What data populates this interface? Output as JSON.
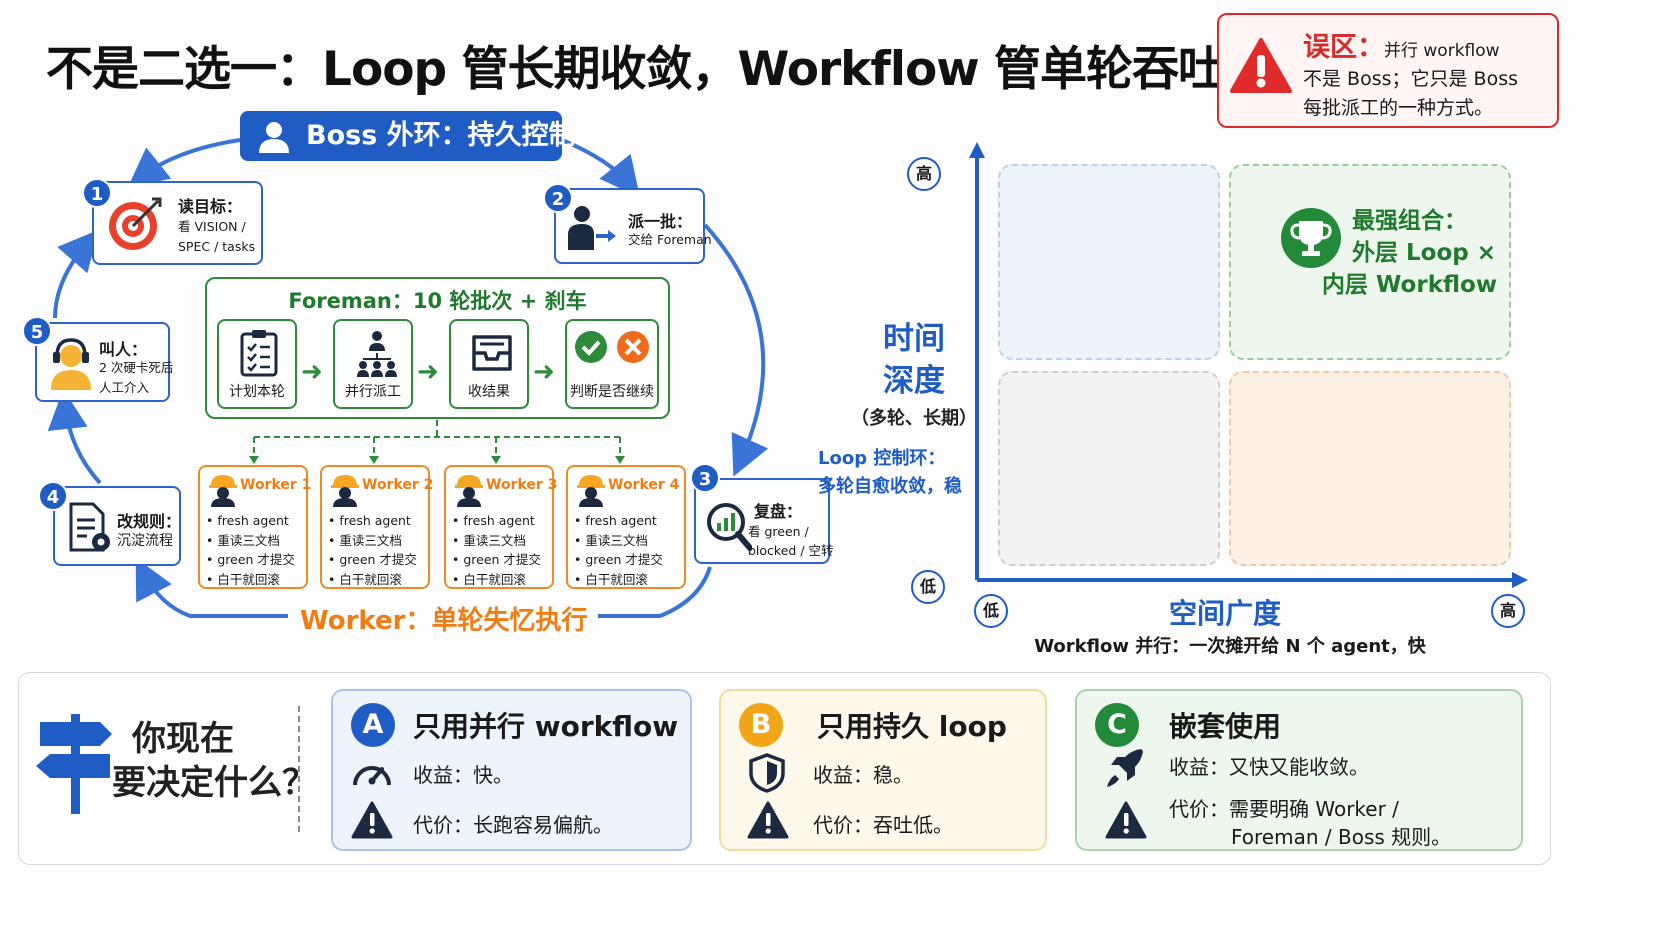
{
  "title": "不是二选一：Loop 管长期收敛，Workflow 管单轮吞吐",
  "warning": {
    "label": "误区：",
    "line1": "并行 workflow",
    "line2": "不是 Boss；它只是 Boss",
    "line3": "每批派工的一种方式。"
  },
  "boss": {
    "label": "Boss 外环：持久控制"
  },
  "steps": [
    {
      "num": "1",
      "title": "读目标：",
      "line1": "看 VISION /",
      "line2": "SPEC / tasks"
    },
    {
      "num": "2",
      "title": "派一批：",
      "line1": "交给 Foreman"
    },
    {
      "num": "3",
      "title": "复盘：",
      "line1": "看 green /",
      "line2": "blocked / 空转"
    },
    {
      "num": "4",
      "title": "改规则：",
      "line1": "沉淀流程"
    },
    {
      "num": "5",
      "title": "叫人：",
      "line1": "2 次硬卡死后",
      "line2": "人工介入"
    }
  ],
  "foreman": {
    "title": "Foreman：10 轮批次 + 刹车",
    "stages": [
      "计划本轮",
      "并行派工",
      "收结果",
      "判断是否继续"
    ]
  },
  "workers": [
    {
      "name": "Worker 1",
      "items": [
        "fresh agent",
        "重读三文档",
        "green 才提交",
        "白干就回滚"
      ]
    },
    {
      "name": "Worker 2",
      "items": [
        "fresh agent",
        "重读三文档",
        "green 才提交",
        "白干就回滚"
      ]
    },
    {
      "name": "Worker 3",
      "items": [
        "fresh agent",
        "重读三文档",
        "green 才提交",
        "白干就回滚"
      ]
    },
    {
      "name": "Worker 4",
      "items": [
        "fresh agent",
        "重读三文档",
        "green 才提交",
        "白干就回滚"
      ]
    }
  ],
  "worker_label": "Worker：单轮失忆执行",
  "matrix": {
    "y_title": "时间深度",
    "y_line1": "时间",
    "y_line2": "深度",
    "y_sub": "（多轮、长期）",
    "y_high": "高",
    "y_low": "低",
    "loop_note1": "Loop 控制环：",
    "loop_note2": "多轮自愈收敛，稳",
    "x_title": "空间广度",
    "x_low": "低",
    "x_high": "高",
    "x_note": "Workflow 并行：一次摊开给 N 个 agent，快",
    "best_line1": "最强组合：",
    "best_line2": "外层 Loop ×",
    "best_line3": "内层 Workflow"
  },
  "decide": {
    "line1": "你现在",
    "line2": "要决定什么？"
  },
  "options": [
    {
      "badge": "A",
      "title": "只用并行 workflow",
      "gain": "收益：快。",
      "cost": "代价：长跑容易偏航。",
      "color": "#1f5cc4"
    },
    {
      "badge": "B",
      "title": "只用持久 loop",
      "gain": "收益：稳。",
      "cost": "代价：吞吐低。",
      "color": "#f2a516"
    },
    {
      "badge": "C",
      "title": "嵌套使用",
      "gain": "收益：又快又能收敛。",
      "cost1": "代价：需要明确 Worker /",
      "cost2": "Foreman / Boss 规则。",
      "color": "#238a3a"
    }
  ],
  "colors": {
    "blue": "#1f5cc4",
    "green": "#2e8b3a",
    "orange": "#f07d13",
    "red": "#d92b2b"
  }
}
